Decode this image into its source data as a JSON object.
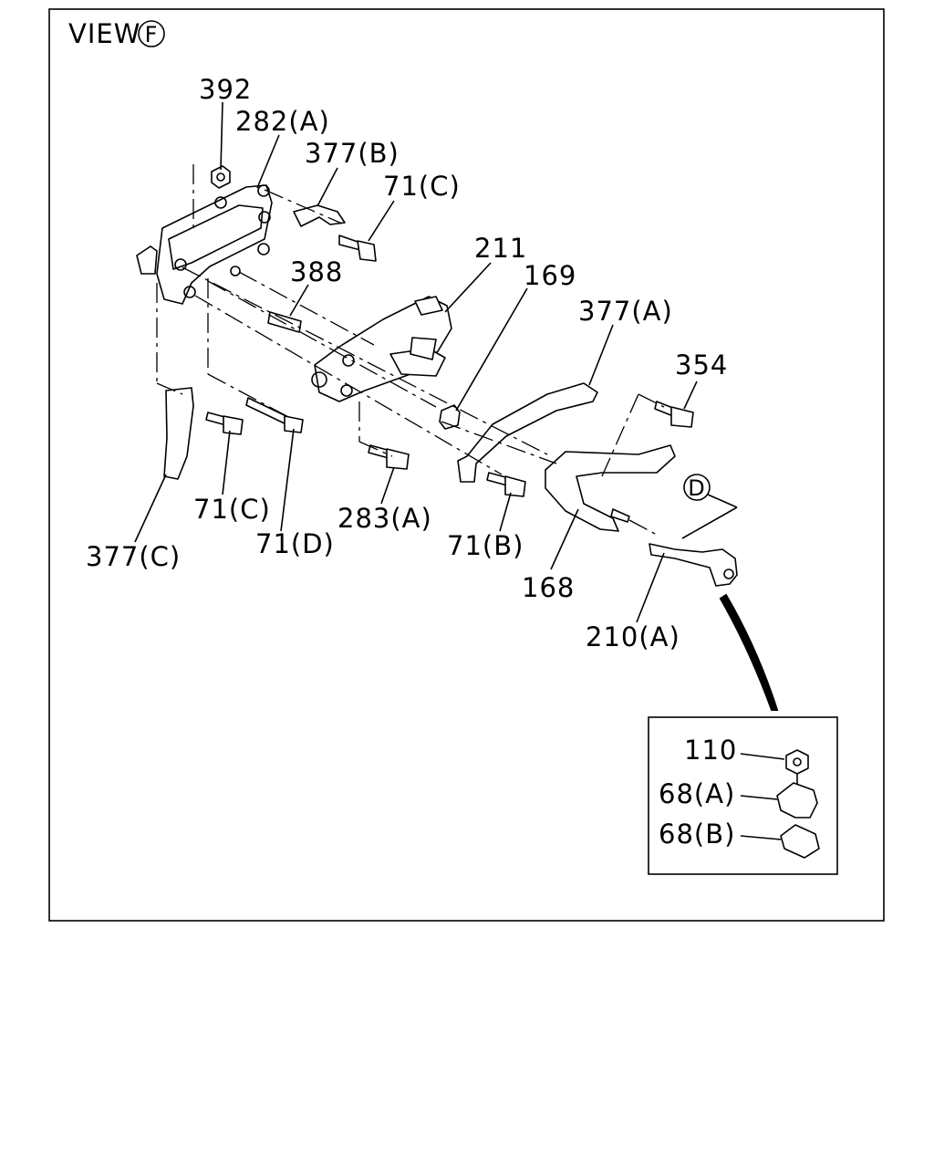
{
  "view": {
    "text": "VIEW",
    "circle_letter": "F"
  },
  "detail_marker": "D",
  "labels": {
    "p392": "392",
    "p282a": "282(A)",
    "p377b": "377(B)",
    "p71c_top": "71(C)",
    "p211": "211",
    "p388": "388",
    "p169": "169",
    "p377a": "377(A)",
    "p354": "354",
    "p71c_bottom": "71(C)",
    "p71d": "71(D)",
    "p377c": "377(C)",
    "p283a": "283(A)",
    "p71b": "71(B)",
    "p168": "168",
    "p210a": "210(A)",
    "p110": "110",
    "p68a": "68(A)",
    "p68b": "68(B)"
  }
}
